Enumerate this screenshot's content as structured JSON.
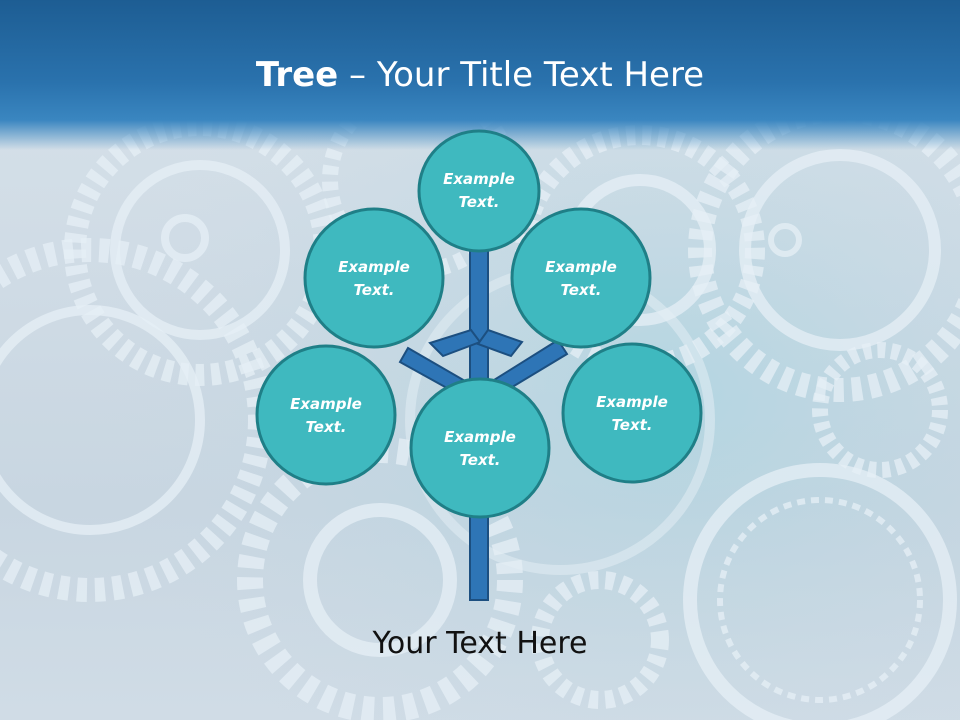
{
  "slide": {
    "title_bold": "Tree",
    "title_rest": " – Your Title Text Here",
    "bottom_text": "Your Text Here"
  },
  "bubbles": [
    {
      "line1": "Example",
      "line2": "Text."
    },
    {
      "line1": "Example",
      "line2": "Text."
    },
    {
      "line1": "Example",
      "line2": "Text."
    },
    {
      "line1": "Example",
      "line2": "Text."
    },
    {
      "line1": "Example",
      "line2": "Text."
    },
    {
      "line1": "Example",
      "line2": "Text."
    }
  ],
  "colors": {
    "header": "#2a72ad",
    "bubble_fill": "#3fb9bf",
    "bubble_border": "#1f7f87",
    "trunk": "#2e75b6",
    "trunk_border": "#1c4f80"
  }
}
